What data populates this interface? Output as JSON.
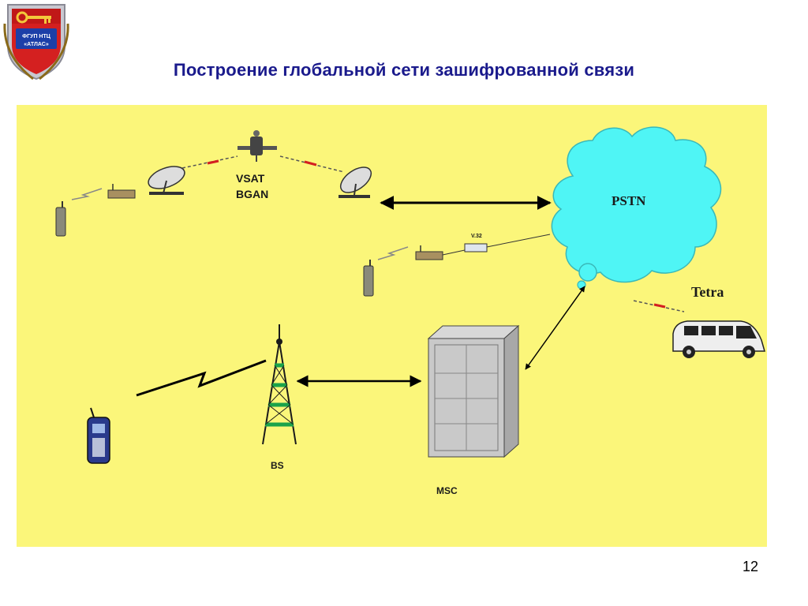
{
  "title": "Построение глобальной сети зашифрованной связи",
  "page_number": "12",
  "logo": {
    "icon": "shield-emblem-icon",
    "line1": "ФГУП НТЦ",
    "line2": "«АТЛАС»"
  },
  "diagram": {
    "labels": {
      "vsat": "VSAT",
      "bgan": "BGAN",
      "pstn": "PSTN",
      "v32": "V.32",
      "tetra": "Tetra",
      "bs": "BS",
      "msc": "MSC"
    },
    "colors": {
      "background": "#fbf67a",
      "cloud": "#4ff5f5",
      "title": "#1a1a8c",
      "tower": "#1aa34a"
    }
  }
}
